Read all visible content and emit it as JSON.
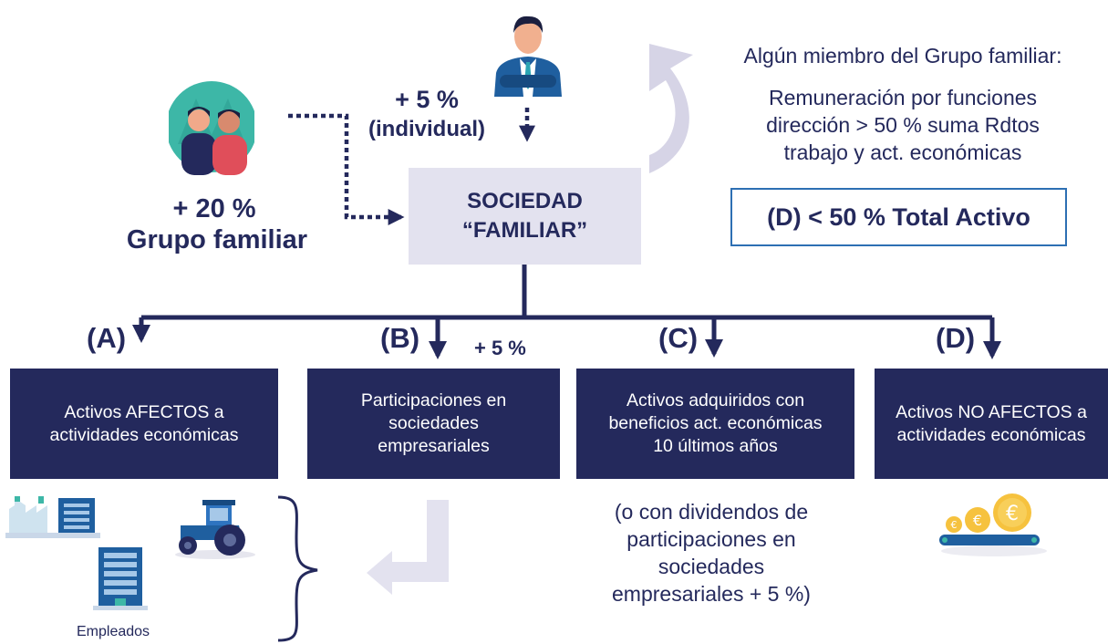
{
  "shareholding": {
    "family_pct": "+ 20 %",
    "family_label": "Grupo familiar",
    "individual_pct": "+ 5 %",
    "individual_label": "(individual)"
  },
  "company": {
    "line1": "SOCIEDAD",
    "line2": "“FAMILIAR”"
  },
  "condition": {
    "heading": "Algún miembro del Grupo familiar:",
    "body": "Remuneración por funciones\ndirección > 50 % suma Rdtos\ntrabajo y act. económicas",
    "limit": "(D) < 50 % Total Activo"
  },
  "categories": [
    {
      "letter": "(A)",
      "text": "Activos AFECTOS a\nactividades económicas"
    },
    {
      "letter": "(B)",
      "text": "Participaciones en\nsociedades\nempresariales",
      "note": "+ 5 %"
    },
    {
      "letter": "(C)",
      "text": "Activos adquiridos con\nbeneficios act. económicas\n10 últimos años"
    },
    {
      "letter": "(D)",
      "text": "Activos  NO AFECTOS a\nactividades económicas"
    }
  ],
  "footnote_c": "(o con dividendos de\nparticipaciones en\nsociedades\nempresariales + 5 %)",
  "employees_label": "Empleados",
  "icons": [
    "family-group-icon",
    "businessman-icon",
    "factory-icon",
    "tractor-icon",
    "office-building-icon",
    "euro-coins-icon"
  ],
  "colors": {
    "navy": "#24295c",
    "lavender": "#e3e2ef",
    "accent_blue": "#2d6fb3",
    "arrow_light": "#d6d4e6"
  }
}
